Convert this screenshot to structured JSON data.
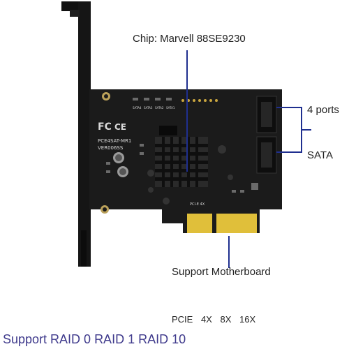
{
  "annotations": {
    "chip": "Chip: Marvell 88SE9230",
    "ports": "4 ports",
    "sata": "SATA",
    "motherboard": "Support Motherboard",
    "pcie": "PCIE  4X  8X  16X",
    "raid": "Support RAID 0 RAID 1 RAID 10"
  },
  "board_silkscreen": {
    "model": "PCE4SAT-MR1",
    "version": "VER006SS",
    "pcie_marker": "PCI-E 4X",
    "port_labels": [
      "SATA4",
      "SATA3",
      "SATA2",
      "SATA1"
    ],
    "fc_mark": "FC",
    "ce_mark": "CE"
  },
  "colors": {
    "pcb": "#1b1b1b",
    "bracket": "#111111",
    "gold_fingers": "#e0bf3a",
    "annotation_line": "#1f2f8f",
    "raid_text": "#3f3a8c"
  }
}
